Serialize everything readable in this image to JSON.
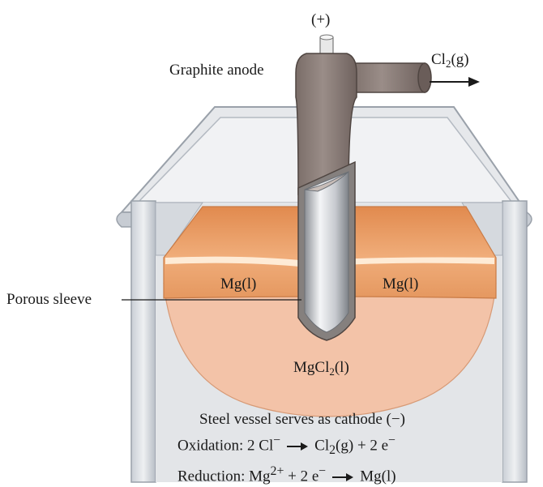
{
  "labels": {
    "plus": "(+)",
    "anode": "Graphite anode",
    "cl2_prefix": "Cl",
    "cl2_sub": "2",
    "cl2_suffix": "(g)",
    "porous_sleeve": "Porous sleeve",
    "mg_left": "Mg(l)",
    "mg_right": "Mg(l)",
    "mgcl2_prefix": "MgCl",
    "mgcl2_sub": "2",
    "mgcl2_suffix": "(l)"
  },
  "equations": {
    "cathode_line": "Steel vessel serves as cathode (−)",
    "oxidation_prefix": "Oxidation: 2 Cl",
    "oxidation_sup": "−",
    "oxidation_product_prefix": "Cl",
    "oxidation_product_sub": "2",
    "oxidation_product_suffix": "(g) + 2 e",
    "oxidation_electron_sup": "−",
    "reduction_prefix": "Reduction: Mg",
    "reduction_sup": "2+",
    "reduction_middle": " + 2 e",
    "reduction_electron_sup": "−",
    "reduction_product": "Mg(l)"
  },
  "colors": {
    "vessel_fill": "#e3e5e8",
    "vessel_edge": "#a9b0b9",
    "molten_mg": "#e9a06a",
    "molten_mgcl2": "#f3c3a8",
    "anode_gray": "#8a7c77",
    "sleeve_gray": "#7a7a7a",
    "rod_silver": "#cfd2d6"
  }
}
